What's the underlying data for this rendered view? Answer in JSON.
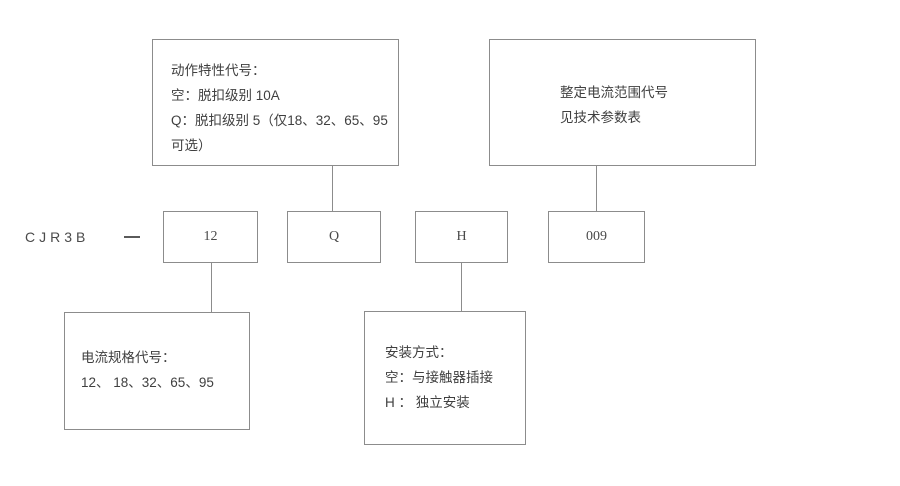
{
  "diagram": {
    "title": "CJR3B model code designation diagram",
    "model_prefix": "CJR3B",
    "separator": "—",
    "code_segments": [
      {
        "name": "current-rating-code",
        "value": "12"
      },
      {
        "name": "action-characteristic-code",
        "value": "Q"
      },
      {
        "name": "mounting-type-code",
        "value": "H"
      },
      {
        "name": "setting-current-range-code",
        "value": "009"
      }
    ],
    "descriptions": {
      "action_characteristic": {
        "lines": [
          "动作特性代号：",
          "空：脱扣级别 10A",
          "Q：脱扣级别 5（仅18、32、65、95",
          "可选）"
        ]
      },
      "setting_current_range": {
        "lines": [
          "整定电流范围代号",
          "见技术参数表"
        ]
      },
      "current_rating": {
        "lines": [
          "电流规格代号：",
          "12、 18、32、65、95"
        ]
      },
      "mounting_type": {
        "lines": [
          "安装方式：",
          "空：与接触器插接",
          "H ： 独立安装"
        ]
      }
    },
    "colors": {
      "border": "#8c8c8c",
      "text": "#3f3f3f",
      "background": "#ffffff"
    }
  }
}
